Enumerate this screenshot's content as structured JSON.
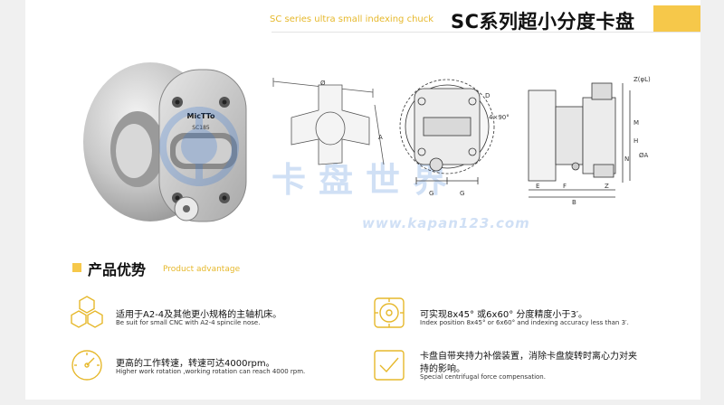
{
  "header": {
    "subtitle_en": "SC series ultra small indexing chuck",
    "title_cn": "SC系列超小分度卡盘"
  },
  "product": {
    "brand": "MicTTo",
    "model": "SC185"
  },
  "drawings": {
    "dims_front": {
      "d": "D",
      "g1": "G",
      "g2": "G",
      "angle": "4×90°"
    },
    "dims_top": {
      "dia": "Ø",
      "a": "A"
    },
    "dims_side": {
      "e": "E",
      "f": "F",
      "b": "B",
      "z": "Z",
      "h": "H",
      "m": "M",
      "n": "N",
      "pa": "ØA",
      "zl": "Z(φL)"
    }
  },
  "watermark": {
    "cn": "卡盘世界",
    "url": "www.kapan123.com"
  },
  "advantages": {
    "title_cn": "产品优势",
    "title_en": "Product advantage",
    "items": [
      {
        "cn": "适用于A2-4及其他更小规格的主轴机床。",
        "en": "Be suit for small CNC with A2-4 spincile nose.",
        "icon": "hexagon-cluster-icon"
      },
      {
        "cn": "可实现8x45°  或6x60°  分度精度小于3′。",
        "en": "Index position 8x45°  or 6x60°  and indexing accuracy less than 3′.",
        "icon": "disc-target-icon"
      },
      {
        "cn": "更高的工作转速，转速可达4000rpm。",
        "en": "Higher work rotation ,working rotation can reach 4000 rpm.",
        "icon": "speed-gauge-icon"
      },
      {
        "cn": "卡盘自带夹持力补偿装置，消除卡盘旋转时离心力对夹",
        "cn2": "持的影响。",
        "en": "Special centrifugal force compensation.",
        "icon": "check-badge-icon"
      }
    ]
  },
  "colors": {
    "accent": "#f6c84a",
    "icon_line": "#e6b82b",
    "watermark": "#2f74d6"
  }
}
